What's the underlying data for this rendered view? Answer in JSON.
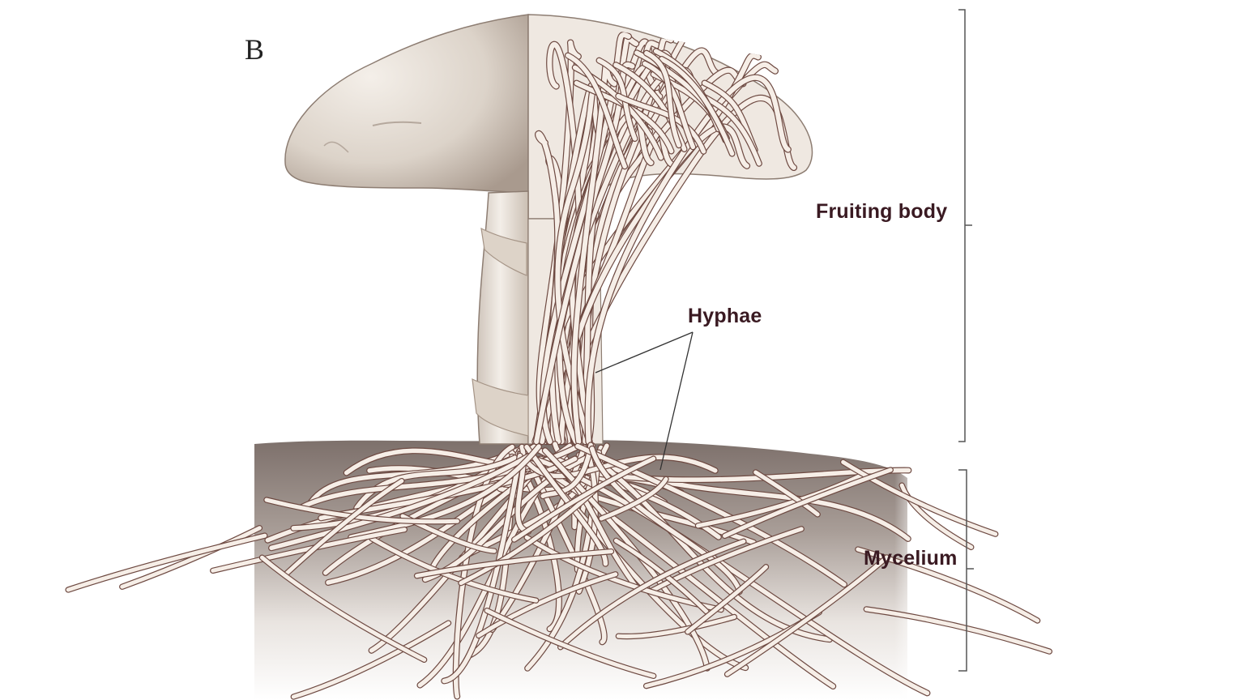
{
  "labels": {
    "fruiting_body": "Fruiting body",
    "hyphae": "Hyphae",
    "mycelium": "Mycelium"
  },
  "corner_mark": "B",
  "colors": {
    "background": "#ffffff",
    "soil": "#8c7e78",
    "mushroom_flesh": "#e9e2da",
    "mushroom_shade": "#b9ab9f",
    "hypha_fill": "#f6eee7",
    "hypha_outline": "#6e4a42",
    "label_text": "#3a1a22",
    "bracket": "#555555"
  }
}
